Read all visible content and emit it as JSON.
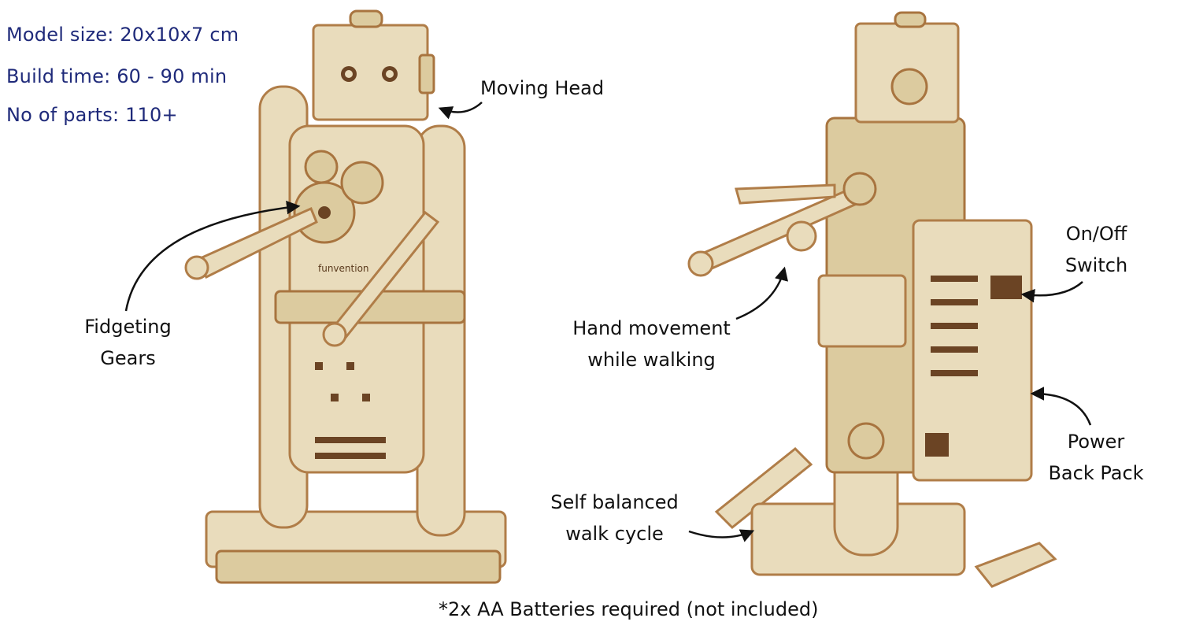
{
  "specs": {
    "model_size": "Model size: 20x10x7 cm",
    "build_time": "Build time: 60 - 90 min",
    "parts": "No of parts: 110+"
  },
  "callouts": {
    "moving_head": "Moving Head",
    "fidgeting_gears": [
      "Fidgeting",
      "Gears"
    ],
    "hand_movement": [
      "Hand movement",
      "while walking"
    ],
    "on_off_switch": [
      "On/Off",
      "Switch"
    ],
    "power_back_pack": [
      "Power",
      "Back Pack"
    ],
    "self_balanced": [
      "Self balanced",
      "walk cycle"
    ]
  },
  "brand_label": "funvention",
  "footnote": "*2x AA Batteries required (not included)",
  "colors": {
    "wood": "#e8d9b8",
    "wood_edge": "#b98a55",
    "burn": "#7a4a22",
    "spec_text": "#1f2a7a"
  }
}
